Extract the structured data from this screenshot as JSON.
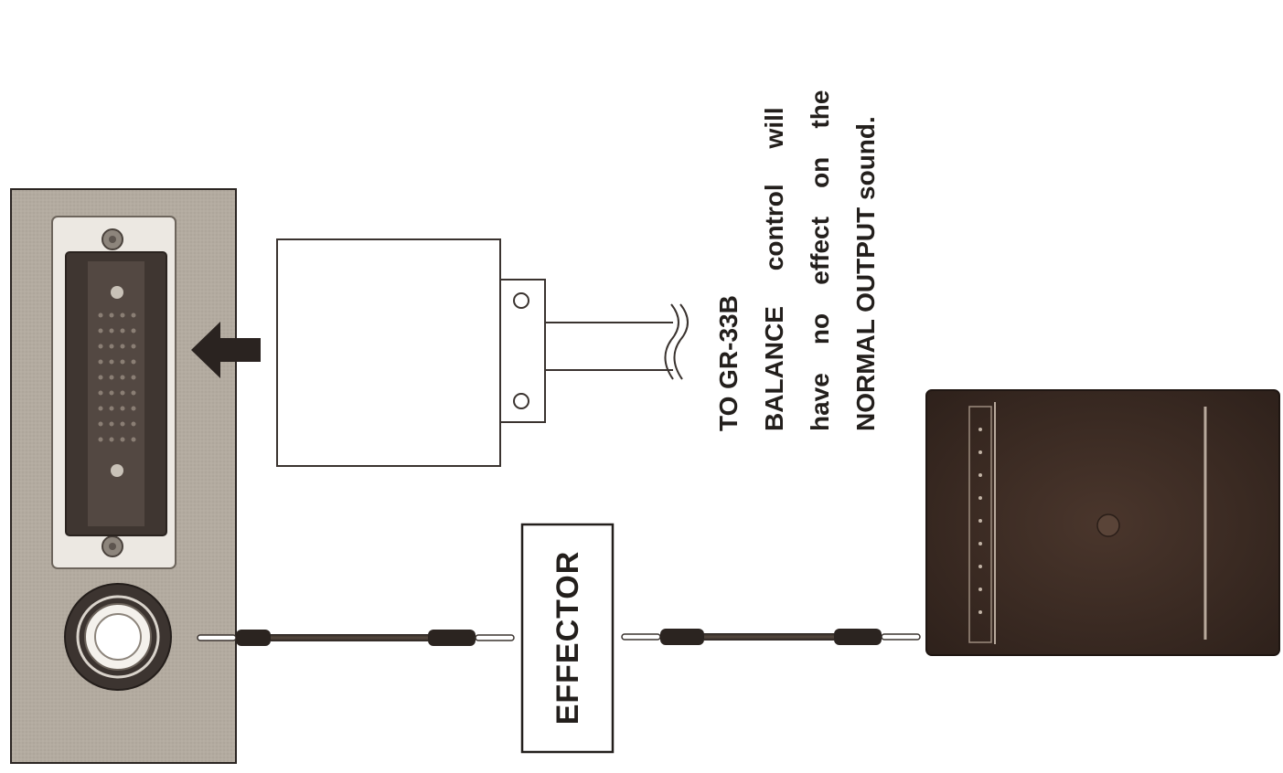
{
  "labels": {
    "connector_target": "TO GR-33B",
    "note_line_1": "BALANCE     control     will",
    "note_line_2": "have    no    effect    on    the",
    "note_line_3": "NORMAL OUTPUT sound.",
    "effector_box": "EFFECTOR"
  },
  "icons": {
    "insert_arrow": "arrow-left-icon",
    "output_jack": "jack-socket-icon",
    "connector": "multi-pin-connector-icon",
    "amplifier": "amplifier-icon"
  },
  "colors": {
    "panel": "#b3aba0",
    "connector_body": "#3f3631",
    "amplifier": "#3b2a23",
    "ink": "#231f1c"
  }
}
